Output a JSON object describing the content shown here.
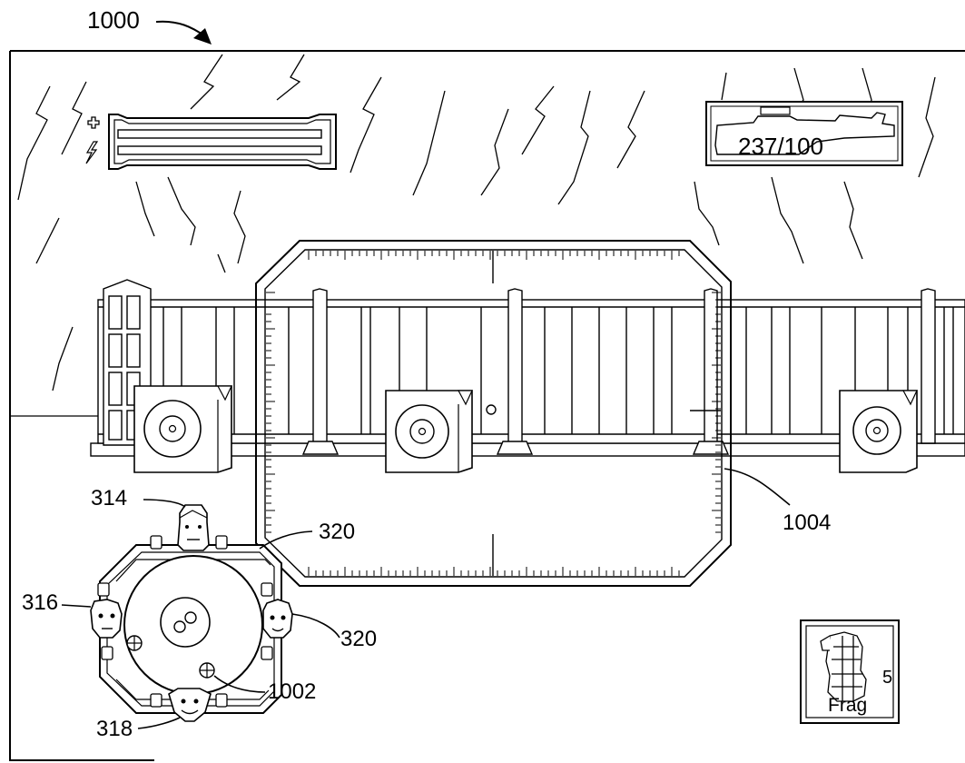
{
  "figure": {
    "number": "1000"
  },
  "hud": {
    "ammo": {
      "text": "237/100"
    },
    "grenade": {
      "count": "5",
      "type": "Frag"
    }
  },
  "callouts": {
    "scope_ref": "1004",
    "radar_ref": "1002",
    "radar_ring_ref": "320",
    "teammate_right_ref": "320",
    "teammate_top_ref": "314",
    "teammate_left_ref": "316",
    "teammate_bottom_ref": "318"
  }
}
